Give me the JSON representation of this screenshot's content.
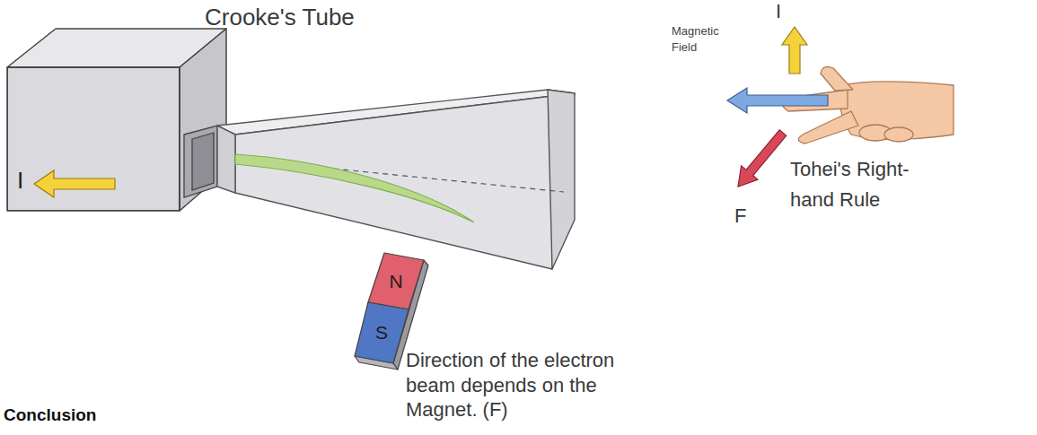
{
  "diagram": {
    "nodes": [
      {
        "text": [
          "I"
        ]
      },
      {
        "text": [
          "N"
        ]
      },
      {
        "text": [
          "S"
        ]
      }
    ],
    "labels": [
      "Crooke's Tube",
      "Magnetic Field",
      "I",
      "F",
      "Tohei's Right-hand Rule",
      "Direction of the electron beam depends on the Magnet. (F)",
      "Conclusion"
    ]
  }
}
